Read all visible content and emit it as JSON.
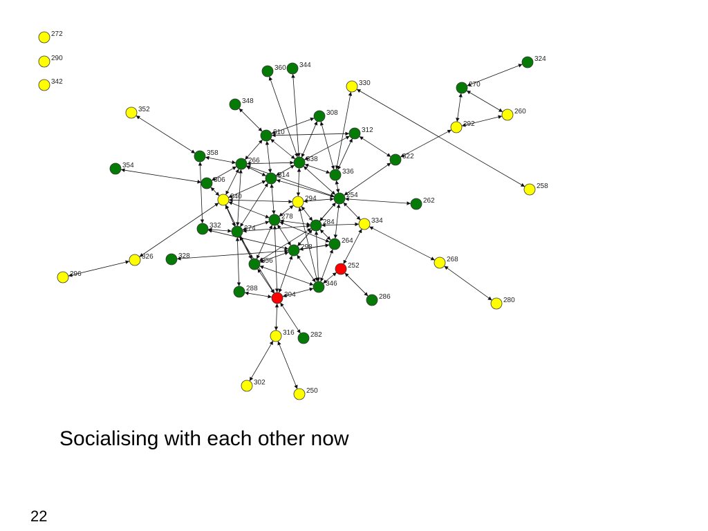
{
  "caption": "Socialising with each other now",
  "page_number": "22",
  "colors": {
    "yellow": "#ffff00",
    "green": "#067a06",
    "red": "#ff0000"
  },
  "nodes": [
    {
      "id": "272",
      "color": "yellow"
    },
    {
      "id": "290",
      "color": "yellow"
    },
    {
      "id": "342",
      "color": "yellow"
    },
    {
      "id": "352",
      "color": "yellow"
    },
    {
      "id": "330",
      "color": "yellow"
    },
    {
      "id": "292",
      "color": "yellow"
    },
    {
      "id": "260",
      "color": "yellow"
    },
    {
      "id": "258",
      "color": "yellow"
    },
    {
      "id": "340",
      "color": "yellow"
    },
    {
      "id": "294",
      "color": "yellow"
    },
    {
      "id": "334",
      "color": "yellow"
    },
    {
      "id": "326",
      "color": "yellow"
    },
    {
      "id": "296",
      "color": "yellow"
    },
    {
      "id": "268",
      "color": "yellow"
    },
    {
      "id": "280",
      "color": "yellow"
    },
    {
      "id": "316",
      "color": "yellow"
    },
    {
      "id": "302",
      "color": "yellow"
    },
    {
      "id": "250",
      "color": "yellow"
    },
    {
      "id": "252",
      "color": "red"
    },
    {
      "id": "304",
      "color": "red"
    },
    {
      "id": "324",
      "color": "green"
    },
    {
      "id": "270",
      "color": "green"
    },
    {
      "id": "360",
      "color": "green"
    },
    {
      "id": "344",
      "color": "green"
    },
    {
      "id": "348",
      "color": "green"
    },
    {
      "id": "308",
      "color": "green"
    },
    {
      "id": "310",
      "color": "green"
    },
    {
      "id": "312",
      "color": "green"
    },
    {
      "id": "322",
      "color": "green"
    },
    {
      "id": "358",
      "color": "green"
    },
    {
      "id": "266",
      "color": "green"
    },
    {
      "id": "338",
      "color": "green"
    },
    {
      "id": "336",
      "color": "green"
    },
    {
      "id": "354",
      "color": "green"
    },
    {
      "id": "306",
      "color": "green"
    },
    {
      "id": "314",
      "color": "green"
    },
    {
      "id": "254",
      "color": "green"
    },
    {
      "id": "262",
      "color": "green"
    },
    {
      "id": "332",
      "color": "green"
    },
    {
      "id": "274",
      "color": "green"
    },
    {
      "id": "278",
      "color": "green"
    },
    {
      "id": "284",
      "color": "green"
    },
    {
      "id": "328",
      "color": "green"
    },
    {
      "id": "298",
      "color": "green"
    },
    {
      "id": "264",
      "color": "green"
    },
    {
      "id": "356",
      "color": "green"
    },
    {
      "id": "346",
      "color": "green"
    },
    {
      "id": "288",
      "color": "green"
    },
    {
      "id": "286",
      "color": "green"
    },
    {
      "id": "282",
      "color": "green"
    }
  ],
  "edges": [
    [
      "270",
      "324"
    ],
    [
      "270",
      "292"
    ],
    [
      "270",
      "260"
    ],
    [
      "292",
      "260"
    ],
    [
      "292",
      "322"
    ],
    [
      "330",
      "258"
    ],
    [
      "330",
      "336"
    ],
    [
      "352",
      "358"
    ],
    [
      "358",
      "266"
    ],
    [
      "358",
      "332"
    ],
    [
      "354",
      "306"
    ],
    [
      "348",
      "310"
    ],
    [
      "360",
      "338"
    ],
    [
      "344",
      "338"
    ],
    [
      "310",
      "338"
    ],
    [
      "310",
      "312"
    ],
    [
      "310",
      "266"
    ],
    [
      "310",
      "308"
    ],
    [
      "310",
      "314"
    ],
    [
      "308",
      "338"
    ],
    [
      "308",
      "336"
    ],
    [
      "312",
      "336"
    ],
    [
      "312",
      "322"
    ],
    [
      "312",
      "338"
    ],
    [
      "322",
      "254"
    ],
    [
      "266",
      "338"
    ],
    [
      "266",
      "314"
    ],
    [
      "266",
      "254"
    ],
    [
      "266",
      "340"
    ],
    [
      "266",
      "274"
    ],
    [
      "338",
      "314"
    ],
    [
      "338",
      "336"
    ],
    [
      "338",
      "294"
    ],
    [
      "338",
      "254"
    ],
    [
      "336",
      "254"
    ],
    [
      "306",
      "340"
    ],
    [
      "306",
      "266"
    ],
    [
      "314",
      "340"
    ],
    [
      "314",
      "278"
    ],
    [
      "314",
      "274"
    ],
    [
      "314",
      "254"
    ],
    [
      "340",
      "294"
    ],
    [
      "340",
      "274"
    ],
    [
      "340",
      "278"
    ],
    [
      "340",
      "356"
    ],
    [
      "294",
      "254"
    ],
    [
      "294",
      "278"
    ],
    [
      "294",
      "284"
    ],
    [
      "294",
      "346"
    ],
    [
      "254",
      "262"
    ],
    [
      "254",
      "334"
    ],
    [
      "254",
      "284"
    ],
    [
      "254",
      "264"
    ],
    [
      "254",
      "298"
    ],
    [
      "332",
      "274"
    ],
    [
      "332",
      "298"
    ],
    [
      "274",
      "278"
    ],
    [
      "274",
      "284"
    ],
    [
      "274",
      "356"
    ],
    [
      "274",
      "288"
    ],
    [
      "274",
      "304"
    ],
    [
      "278",
      "284"
    ],
    [
      "278",
      "298"
    ],
    [
      "278",
      "356"
    ],
    [
      "278",
      "264"
    ],
    [
      "278",
      "304"
    ],
    [
      "284",
      "264"
    ],
    [
      "284",
      "334"
    ],
    [
      "284",
      "298"
    ],
    [
      "284",
      "356"
    ],
    [
      "334",
      "252"
    ],
    [
      "334",
      "268"
    ],
    [
      "268",
      "280"
    ],
    [
      "326",
      "296"
    ],
    [
      "326",
      "340"
    ],
    [
      "328",
      "298"
    ],
    [
      "298",
      "356"
    ],
    [
      "298",
      "346"
    ],
    [
      "298",
      "304"
    ],
    [
      "298",
      "264"
    ],
    [
      "264",
      "346"
    ],
    [
      "264",
      "298"
    ],
    [
      "252",
      "346"
    ],
    [
      "252",
      "286"
    ],
    [
      "356",
      "304"
    ],
    [
      "356",
      "346"
    ],
    [
      "346",
      "304"
    ],
    [
      "288",
      "304"
    ],
    [
      "304",
      "316"
    ],
    [
      "304",
      "282"
    ],
    [
      "316",
      "302"
    ],
    [
      "316",
      "250"
    ],
    [
      "284",
      "346"
    ]
  ]
}
